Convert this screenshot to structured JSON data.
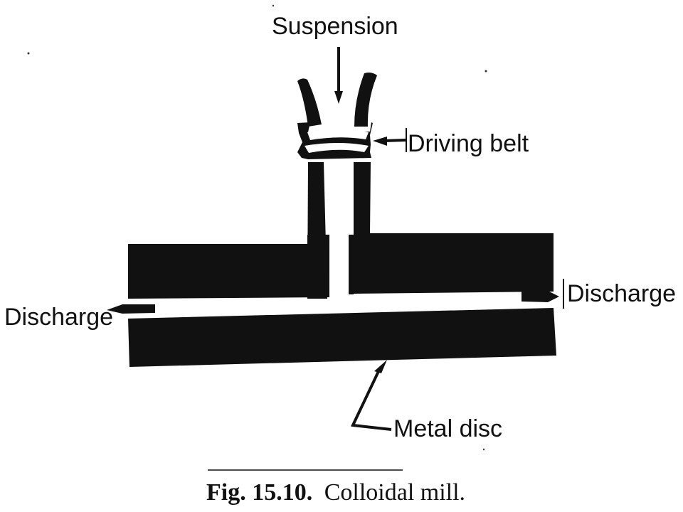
{
  "labels": {
    "suspension": "Suspension",
    "driving_belt": "Driving belt",
    "discharge_left": "Discharge",
    "discharge_right": "Discharge",
    "metal_disc": "Metal disc"
  },
  "caption": {
    "number": "Fig. 15.10.",
    "title": "Colloidal mill."
  },
  "colors": {
    "ink": "#111111",
    "paper": "#ffffff"
  }
}
